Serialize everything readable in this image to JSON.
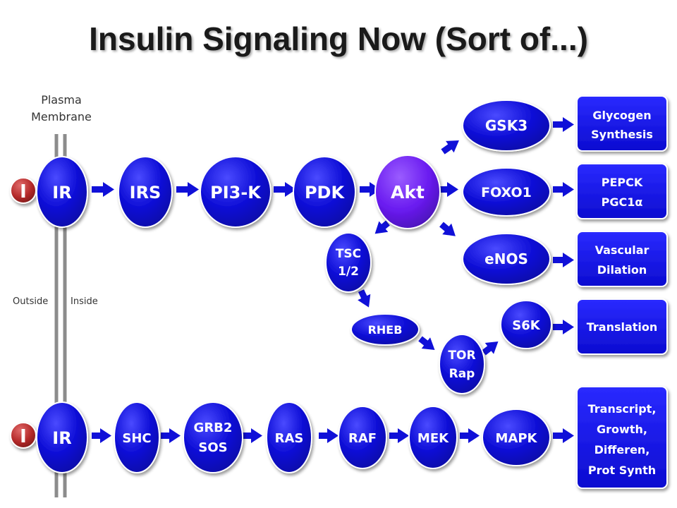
{
  "title": "Insulin Signaling Now (Sort of...)",
  "labels": {
    "membrane_line1": "Plasma",
    "membrane_line2": "Membrane",
    "outside": "Outside",
    "inside": "Inside"
  },
  "insulin_label": "I",
  "nodes": {
    "ir_top": "IR",
    "irs": "IRS",
    "pi3k": "PI3-K",
    "pdk": "PDK",
    "akt": "Akt",
    "gsk3": "GSK3",
    "foxo1": "FOXO1",
    "enos": "eNOS",
    "tsc_l1": "TSC",
    "tsc_l2": "1/2",
    "rheb": "RHEB",
    "tor_l1": "TOR",
    "tor_l2": "Rap",
    "s6k": "S6K",
    "ir_bottom": "IR",
    "shc": "SHC",
    "grb2_l1": "GRB2",
    "grb2_l2": "SOS",
    "ras": "RAS",
    "raf": "RAF",
    "mek": "MEK",
    "mapk": "MAPK"
  },
  "outcomes": {
    "glycogen_l1": "Glycogen",
    "glycogen_l2": "Synthesis",
    "pepck_l1": "PEPCK",
    "pepck_l2": "PGC1α",
    "vascular_l1": "Vascular",
    "vascular_l2": "Dilation",
    "translation": "Translation",
    "transcript_l1": "Transcript,",
    "transcript_l2": "Growth,",
    "transcript_l3": "Differen,",
    "transcript_l4": "Prot Synth"
  },
  "colors": {
    "node_blue": "#1010d8",
    "akt_purple": "#6a1bf0",
    "insulin_red": "#b52a2a",
    "membrane_gray": "#8c8c8c"
  }
}
